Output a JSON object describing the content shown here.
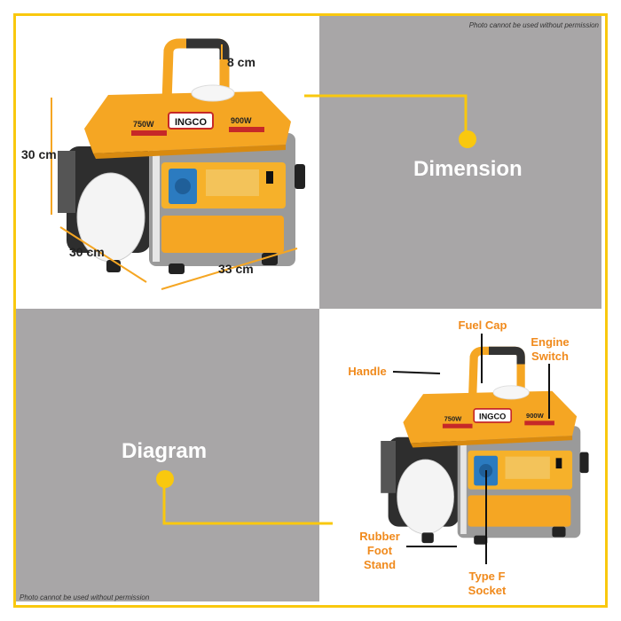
{
  "watermark_top": "Photo cannot be used without permission",
  "watermark_bottom": "Photo cannot be used without permission",
  "dimension": {
    "title": "Dimension",
    "height_label": "30 cm",
    "handle_label": "8 cm",
    "depth_label": "30 cm",
    "width_label": "33 cm"
  },
  "diagram": {
    "title": "Diagram",
    "labels": {
      "fuel_cap": "Fuel Cap",
      "engine_switch_1": "Engine",
      "engine_switch_2": "Switch",
      "handle": "Handle",
      "rubber_1": "Rubber",
      "rubber_2": "Foot",
      "rubber_3": "Stand",
      "socket_1": "Type F",
      "socket_2": "Socket"
    }
  },
  "product": {
    "brand": "INGCO",
    "rated_watt": "750W",
    "max_watt": "900W"
  },
  "colors": {
    "accent": "#f9c80e",
    "label": "#f08a1c",
    "body": "#f5a623",
    "gray": "#a8a6a7"
  }
}
